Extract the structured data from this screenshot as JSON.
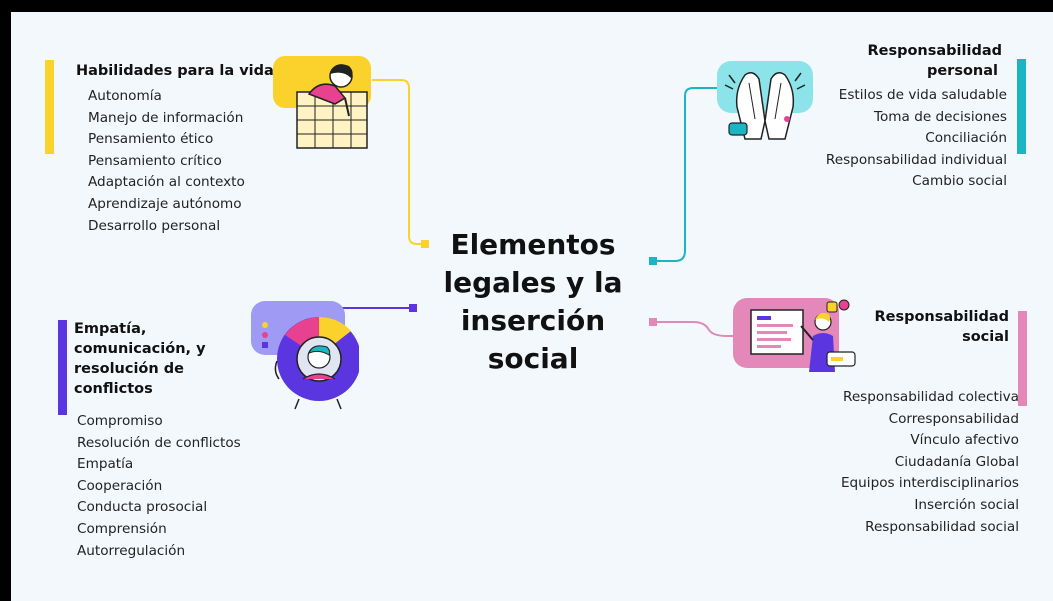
{
  "center": {
    "lines": [
      "Elementos",
      "legales y la",
      "inserción",
      "social"
    ]
  },
  "colors": {
    "yellow": "#fbd12b",
    "teal": "#1ab6c3",
    "purple": "#5b35e0",
    "pink": "#e487b9",
    "background": "#f3f8fc"
  },
  "branches": {
    "habilidades": {
      "title": "Habilidades para la vida",
      "items": [
        "Autonomía",
        "Manejo de información",
        "Pensamiento ético",
        "Pensamiento crítico",
        "Adaptación al contexto",
        "Aprendizaje autónomo",
        "Desarrollo personal"
      ]
    },
    "resp_personal": {
      "title_lines": [
        "Responsabilidad",
        "personal"
      ],
      "items": [
        "Estilos de vida saludable",
        "Toma de decisiones",
        "Conciliación",
        "Responsabilidad individual",
        "Cambio social"
      ]
    },
    "empatia": {
      "title_lines": [
        "Empatía,",
        "comunicación, y",
        "resolución de",
        "conflictos"
      ],
      "items": [
        "Compromiso",
        "Resolución de conflictos",
        "Empatía",
        "Cooperación",
        "Conducta prosocial",
        "Comprensión",
        "Autorregulación"
      ]
    },
    "resp_social": {
      "title_lines": [
        "Responsabilidad",
        "social"
      ],
      "items": [
        "Responsabilidad colectiva",
        "Corresponsabilidad",
        "Vínculo afectivo",
        "Ciudadanía Global",
        "Equipos interdisciplinarios",
        "Inserción social",
        "Responsabilidad social"
      ]
    }
  },
  "illustrations": {
    "habilidades": "person-writing-on-calendar-icon",
    "resp_personal": "clapping-hands-icon",
    "empatia": "person-with-donut-chart-icon",
    "resp_social": "person-at-dashboard-icon"
  }
}
